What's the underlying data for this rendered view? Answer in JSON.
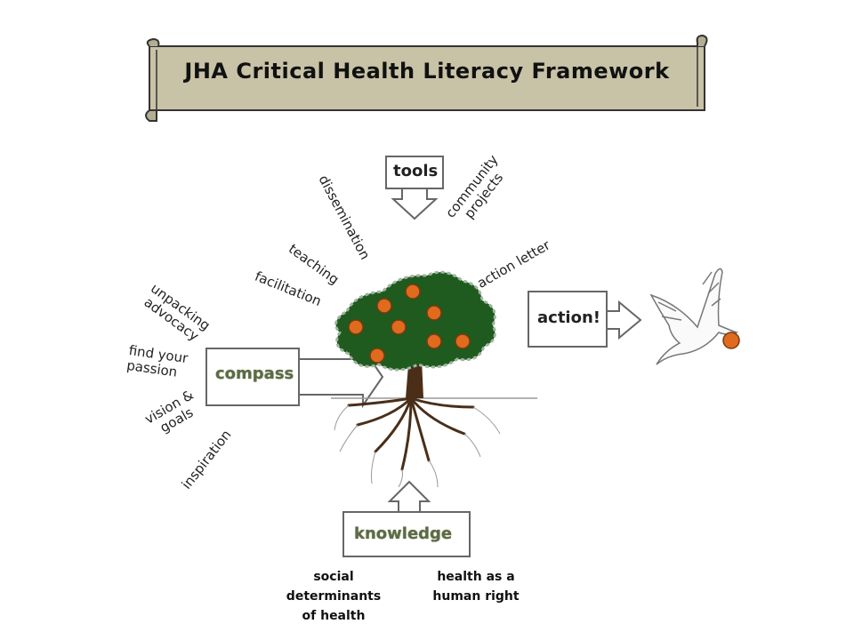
{
  "title": "JHA Critical Health Literacy Framework",
  "boxes": {
    "tools": "tools",
    "compass": "compass",
    "action": "action!",
    "knowledge": "knowledge"
  },
  "tools_items": {
    "dissemination": "dissemination",
    "teaching": "teaching",
    "facilitation": "facilitation",
    "community_projects": "community\nprojects",
    "action_letter": "action letter"
  },
  "compass_items": {
    "unpacking_advocacy": "unpacking\nadvocacy",
    "find_your_passion": "find your\npassion",
    "vision_goals": "vision &\ngoals",
    "inspiration": "inspiration"
  },
  "knowledge_items": {
    "social_determinants": "social\ndeterminants\nof health",
    "human_right": "health as a\nhuman right"
  },
  "colors": {
    "banner_fill": "#c8c2a6",
    "foliage": "#1f5a1f",
    "fruit": "#e06a1e",
    "trunk": "#4a2e18",
    "box_text": "#6b7a52"
  },
  "icons": [
    "scroll-banner",
    "tree-icon",
    "dove-icon",
    "fruit-icon"
  ]
}
